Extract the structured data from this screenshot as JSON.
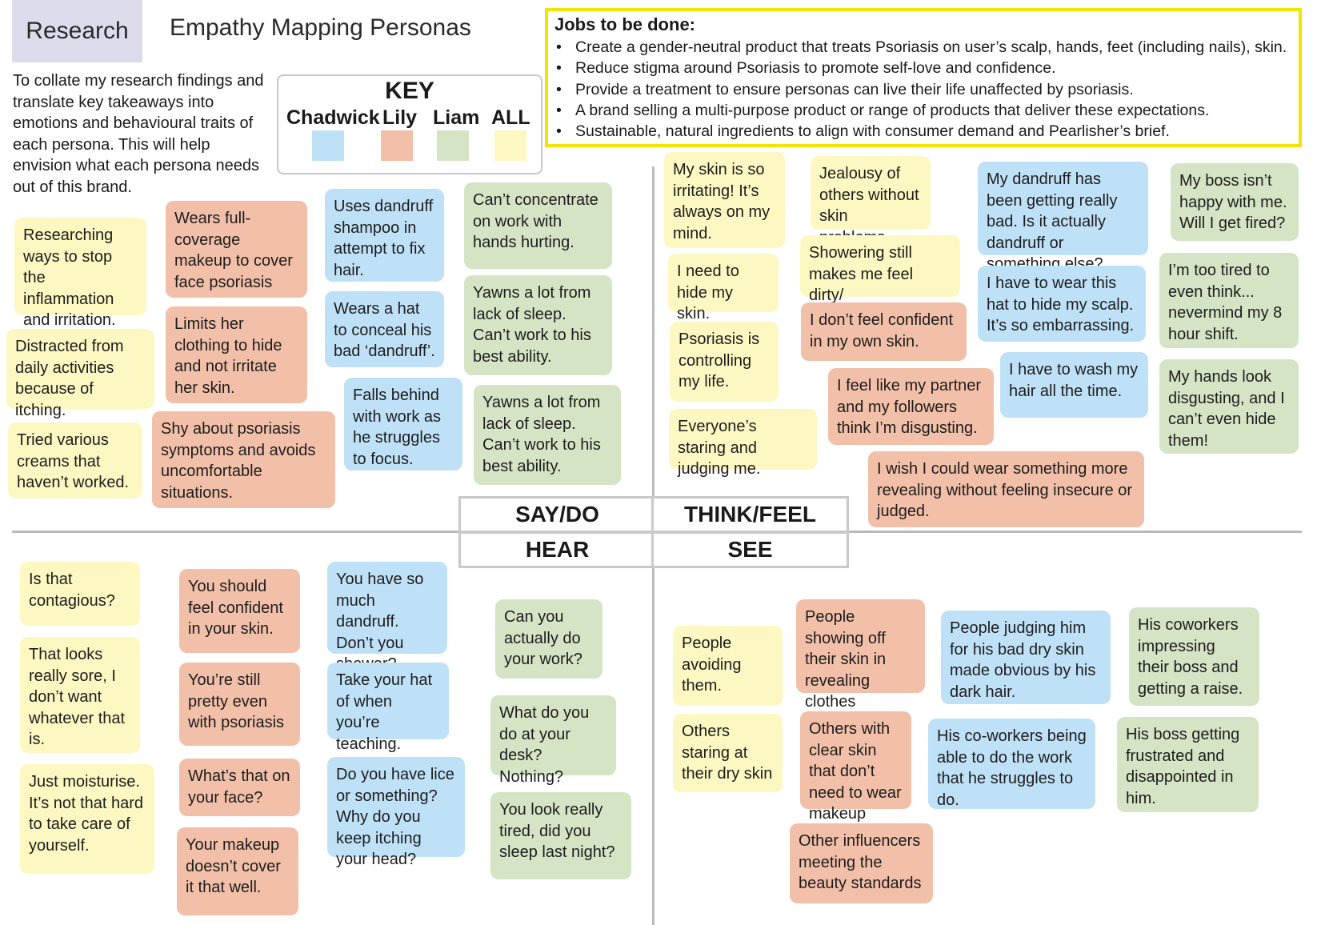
{
  "header": {
    "tab": "Research",
    "title": "Empathy Mapping Personas",
    "intro": "To collate my research findings and translate key takeaways into emotions and behavioural traits of each persona. This will help envision what each persona needs out of this brand."
  },
  "key": {
    "title": "KEY",
    "items": [
      {
        "label": "Chadwick",
        "color": "#bfe1f7"
      },
      {
        "label": "Lily",
        "color": "#f2bfa8"
      },
      {
        "label": "Liam",
        "color": "#d4e4c5"
      },
      {
        "label": "ALL",
        "color": "#fdf8c2"
      }
    ]
  },
  "jobs": {
    "title": "Jobs to be done:",
    "items": [
      "Create a gender-neutral product that treats Psoriasis on user’s scalp, hands, feet (including nails), skin.",
      "Reduce stigma around Psoriasis to promote self-love and confidence.",
      "Provide a treatment to ensure personas can live their life unaffected by psoriasis.",
      "A brand selling a multi-purpose product or range of products that deliver these expectations.",
      "Sustainable, natural ingredients to align with consumer demand and Pearlisher’s brief."
    ]
  },
  "quadrants": {
    "say_do": "SAY/DO",
    "think_feel": "THINK/FEEL",
    "hear": "HEAR",
    "see": "SEE"
  },
  "notes": {
    "say_do": [
      "Researching ways to stop the inflammation and irritation.",
      "Distracted from daily activities because of itching.",
      "Tried various creams that haven’t worked.",
      "Wears full-coverage makeup to cover face psoriasis",
      "Limits her clothing to hide and not irritate her skin.",
      "Shy about psoriasis symptoms and avoids uncomfortable situations.",
      "Uses dandruff shampoo in attempt to fix hair.",
      "Wears a hat to conceal his bad ‘dandruff’.",
      "Falls behind with work as he struggles to focus.",
      "Can’t concentrate on work with hands hurting.",
      "Yawns a lot from lack of sleep. Can’t work to his best ability.",
      "Yawns a lot from lack of sleep. Can’t work to his best ability."
    ],
    "think_feel": [
      "My skin is so irritating! It’s always on my mind.",
      "I need to hide my skin.",
      "Psoriasis is controlling my life.",
      "Everyone’s staring and judging me.",
      "Jealousy of others without skin problems.",
      "Showering still makes me feel dirty/",
      "I don’t feel confident in my own skin.",
      "I feel like my partner and my followers think I’m disgusting.",
      "I wish I could wear something more revealing without feeling insecure or judged.",
      "My dandruff has been getting really bad. Is it actually dandruff or something else?",
      "I have to wear this hat to hide my scalp. It’s so embarrassing.",
      "I have to wash my hair all the time.",
      "My boss isn’t happy with me. Will I get fired?",
      "I’m too tired to even think... nevermind my 8 hour shift.",
      "My hands look disgusting, and I can’t even hide them!"
    ],
    "hear": [
      "Is that contagious?",
      "That looks really sore, I don’t want whatever that is.",
      "Just moisturise. It’s not that hard to take care of yourself.",
      "You should feel confident in your skin.",
      "You’re still pretty even with psoriasis",
      "What’s that on your face?",
      "Your makeup doesn’t cover it that well.",
      "You have so much dandruff. Don’t you shower?",
      "Take your hat of when you’re teaching.",
      "Do you have lice or something? Why do you keep itching your head?",
      "Can you actually do your work?",
      "What do you do at your desk? Nothing?",
      "You look really tired, did you sleep last night?"
    ],
    "see": [
      "People avoiding them.",
      "Others staring at their dry skin",
      "People showing off their skin in revealing clothes",
      "Others with clear skin that don’t need to wear makeup",
      "Other influencers meeting the beauty standards",
      "People judging him for his bad dry skin made obvious by his dark hair.",
      "His co-workers being able to do the work that he struggles to do.",
      "His coworkers impressing their boss and getting a raise.",
      "His boss getting frustrated and disappointed in him."
    ]
  }
}
